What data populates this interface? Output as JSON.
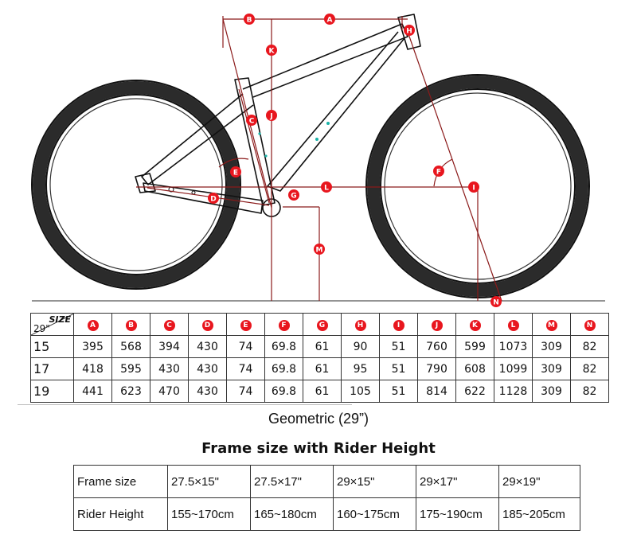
{
  "diagram": {
    "labels": [
      "A",
      "B",
      "C",
      "D",
      "E",
      "F",
      "G",
      "H",
      "I",
      "J",
      "K",
      "L",
      "M",
      "N"
    ]
  },
  "geometry": {
    "corner_size": "SIZE",
    "corner_wheel": "29\"",
    "columns": [
      "A",
      "B",
      "C",
      "D",
      "E",
      "F",
      "G",
      "H",
      "I",
      "J",
      "K",
      "L",
      "M",
      "N"
    ],
    "rows": [
      {
        "size": "15",
        "values": [
          "395",
          "568",
          "394",
          "430",
          "74",
          "69.8",
          "61",
          "90",
          "51",
          "760",
          "599",
          "1073",
          "309",
          "82"
        ]
      },
      {
        "size": "17",
        "values": [
          "418",
          "595",
          "430",
          "430",
          "74",
          "69.8",
          "61",
          "95",
          "51",
          "790",
          "608",
          "1099",
          "309",
          "82"
        ]
      },
      {
        "size": "19",
        "values": [
          "441",
          "623",
          "470",
          "430",
          "74",
          "69.8",
          "61",
          "105",
          "51",
          "814",
          "622",
          "1128",
          "309",
          "82"
        ]
      }
    ],
    "caption": "Geometric (29”)"
  },
  "rider": {
    "title": "Frame size with Rider Height",
    "rows": [
      {
        "label": "Frame size",
        "cells": [
          "27.5×15\"",
          "27.5×17\"",
          "29×15\"",
          "29×17\"",
          "29×19\""
        ]
      },
      {
        "label": "Rider Height",
        "cells": [
          "155~170cm",
          "165~180cm",
          "160~175cm",
          "175~190cm",
          "185~205cm"
        ]
      }
    ]
  },
  "colors": {
    "accent": "#e8161e",
    "line": "#8b1a1a"
  }
}
